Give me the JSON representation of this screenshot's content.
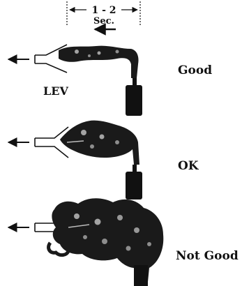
{
  "timing": {
    "line1": "1 - 2",
    "line2": "Sec."
  },
  "device_label": "LEV",
  "rows": [
    {
      "rating": "Good"
    },
    {
      "rating": "OK"
    },
    {
      "rating": "Not Good"
    }
  ],
  "colors": {
    "ink": "#111111",
    "smoke": "#1a1a1a",
    "background": "#ffffff"
  }
}
